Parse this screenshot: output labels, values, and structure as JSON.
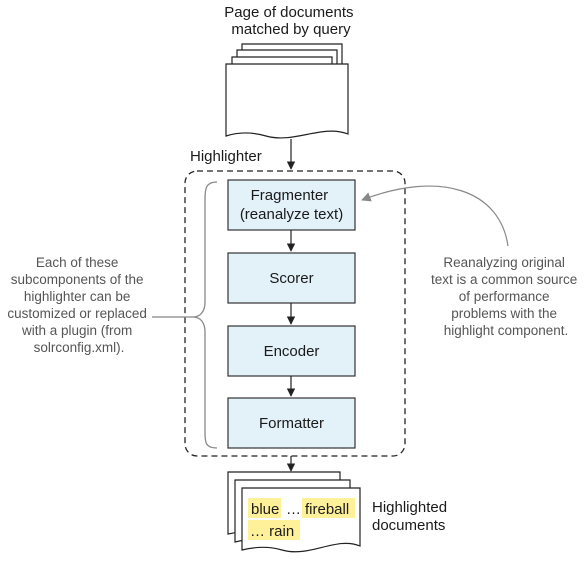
{
  "input_docs_label": [
    "Page of documents",
    "matched by query"
  ],
  "highlighter_label": "Highlighter",
  "subcomponents": [
    {
      "label": [
        "Fragmenter",
        "(reanalyze text)"
      ]
    },
    {
      "label": [
        "Scorer"
      ]
    },
    {
      "label": [
        "Encoder"
      ]
    },
    {
      "label": [
        "Formatter"
      ]
    }
  ],
  "left_note": [
    "Each of these",
    "subcomponents of the",
    "highlighter can be",
    "customized or replaced",
    "with a plugin (from",
    "solrconfig.xml)."
  ],
  "right_note": [
    "Reanalyzing original",
    "text is a common source",
    "of performance",
    "problems with the",
    "highlight component."
  ],
  "highlighted_tokens": {
    "line1": [
      "blue",
      "…",
      "fireball"
    ],
    "line2": [
      "… rain"
    ]
  },
  "output_docs_label": [
    "Highlighted",
    "documents"
  ],
  "colors": {
    "box_fill": "#e3f1f9",
    "highlight": "#fff19a",
    "note_text": "#555555",
    "connector": "#888888"
  }
}
